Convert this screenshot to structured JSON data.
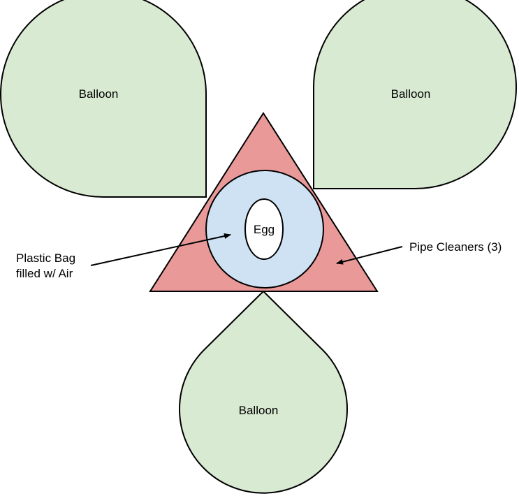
{
  "diagram": {
    "balloons": [
      {
        "label": "Balloon"
      },
      {
        "label": "Balloon"
      },
      {
        "label": "Balloon"
      }
    ],
    "center": {
      "label": "Egg"
    },
    "bag": {
      "label_line1": "Plastic Bag",
      "label_line2": "filled w/ Air"
    },
    "frame": {
      "label": "Pipe Cleaners (3)"
    }
  },
  "colors": {
    "balloon_fill": "#d9ead3",
    "triangle_fill": "#ea9999",
    "bag_fill": "#cfe2f3",
    "egg_fill": "#ffffff",
    "stroke": "#000000"
  }
}
